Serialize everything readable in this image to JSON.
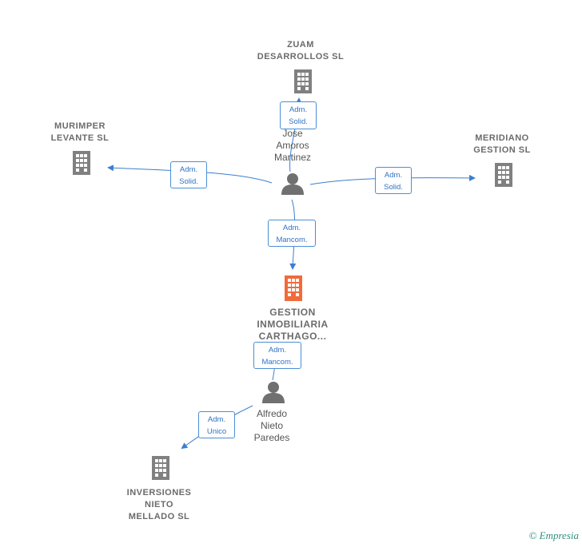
{
  "companies": {
    "zuam": [
      "ZUAM",
      "DESARROLLOS SL"
    ],
    "murimper": [
      "MURIMPER",
      "LEVANTE SL"
    ],
    "meridiano": [
      "MERIDIANO",
      "GESTION SL"
    ],
    "gestion": [
      "GESTION",
      "INMOBILIARIA",
      "CARTHAGO..."
    ],
    "inversiones": [
      "INVERSIONES",
      "NIETO",
      "MELLADO  SL"
    ]
  },
  "people": {
    "jose": [
      "Jose",
      "Amoros",
      "Martinez"
    ],
    "alfredo": [
      "Alfredo",
      "Nieto",
      "Paredes"
    ]
  },
  "roles": {
    "zuam": [
      "Adm.",
      "Solid."
    ],
    "murimper": [
      "Adm.",
      "Solid."
    ],
    "meridiano": [
      "Adm.",
      "Solid."
    ],
    "gestion_jose": [
      "Adm.",
      "Mancom."
    ],
    "gestion_alfredo": [
      "Adm.",
      "Mancom."
    ],
    "inversiones": [
      "Adm.",
      "Unico"
    ]
  },
  "colors": {
    "edge": "#3a7fd0",
    "building": "#808080",
    "highlight": "#f26a3a",
    "person": "#707070"
  },
  "footer": {
    "copyright": "©",
    "brand": "Empresia"
  }
}
